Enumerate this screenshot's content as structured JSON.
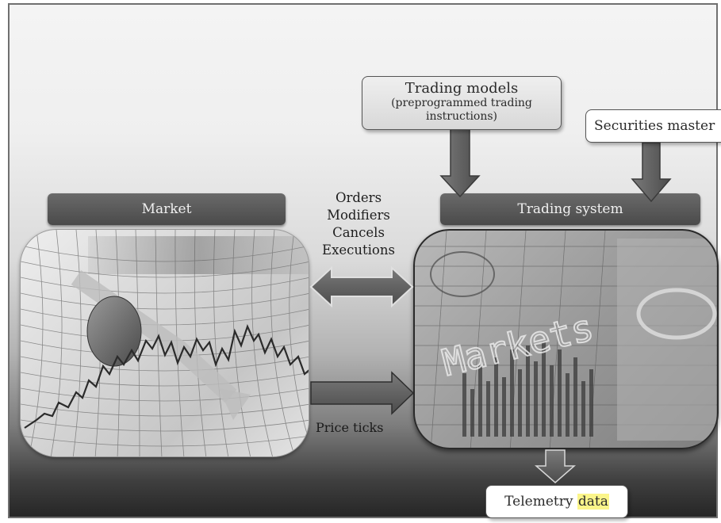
{
  "trading_models": {
    "title": "Trading models",
    "subtitle": "(preprogrammed trading instructions)"
  },
  "securities_master": {
    "label": "Securities master"
  },
  "market": {
    "header": "Market"
  },
  "trading_system": {
    "header": "Trading system",
    "watermark_text": "Markets"
  },
  "flows": {
    "bidirectional": [
      "Orders",
      "Modifiers",
      "Cancels",
      "Executions"
    ],
    "price_ticks": "Price ticks"
  },
  "telemetry": {
    "text": "Telemetry",
    "highlighted": "data"
  },
  "colors": {
    "arrow_fill": "#5d5d5d",
    "header_bar": "#545454",
    "highlight": "#fbf58a"
  }
}
